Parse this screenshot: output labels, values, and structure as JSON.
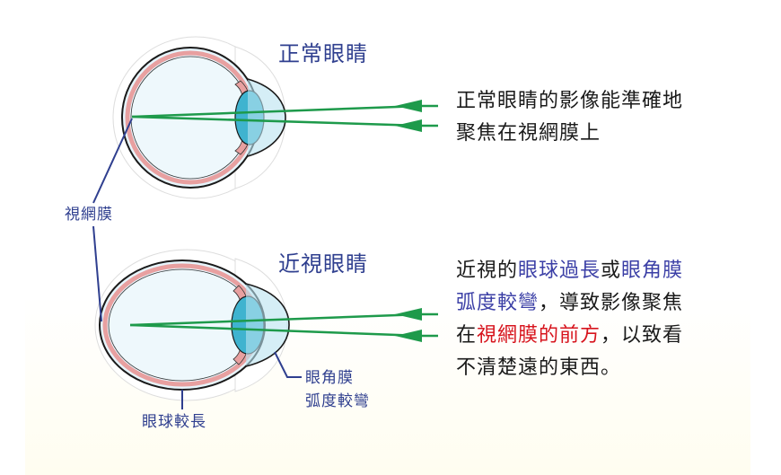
{
  "colors": {
    "label_blue": "#2f3f8f",
    "ray_green": "#1e9a4b",
    "emph_blue": "#3b3fa6",
    "emph_red": "#d7141d",
    "eyeball_fill": "#e6f4fb",
    "sclera_pink": "#e8a0a0",
    "lens_teal": "#3fb3cf"
  },
  "normal_eye": {
    "heading": "正常眼睛",
    "desc_line1": "正常眼睛的影像能準確地",
    "desc_line2": "聚焦在視網膜上"
  },
  "myopic_eye": {
    "heading": "近視眼睛",
    "desc_line1_a": "近視的",
    "desc_line1_b": "眼球過長",
    "desc_line1_c": "或",
    "desc_line1_d": "眼角膜",
    "desc_line2_a": "弧度較彎",
    "desc_line2_b": "，導致影像聚焦",
    "desc_line3_a": "在",
    "desc_line3_b": "視網膜的前方",
    "desc_line3_c": "，以致看",
    "desc_line4": "不清楚遠的東西。"
  },
  "labels": {
    "retina": "視網膜",
    "eyeball_long": "眼球較長",
    "cornea_line1": "眼角膜",
    "cornea_line2": "弧度較彎"
  }
}
